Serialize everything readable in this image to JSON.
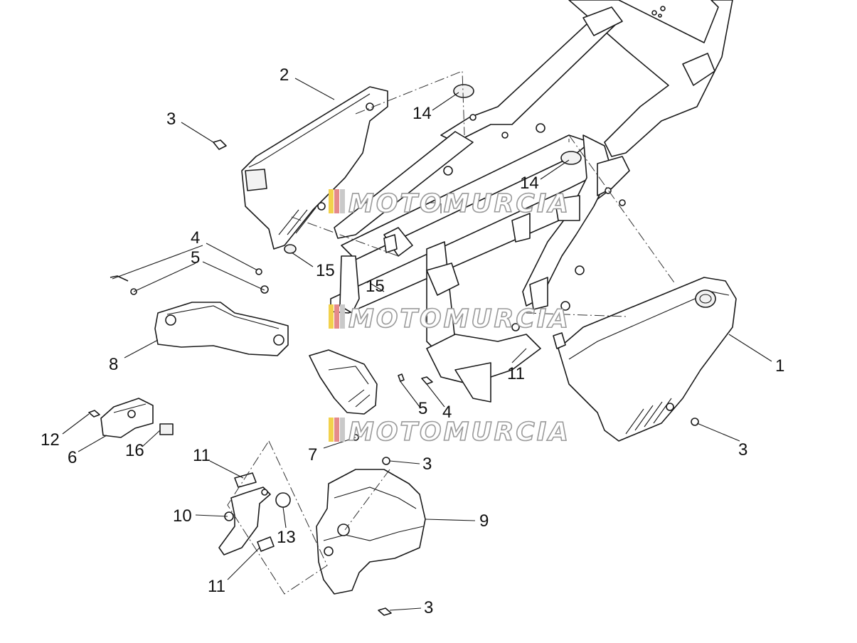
{
  "diagram": {
    "watermark": "MOTOMURCIA",
    "callouts": [
      "1",
      "2",
      "3",
      "3",
      "3",
      "3",
      "4",
      "4",
      "5",
      "5",
      "6",
      "7",
      "8",
      "9",
      "10",
      "11",
      "11",
      "11",
      "12",
      "13",
      "14",
      "14",
      "15",
      "15",
      "16"
    ],
    "parts": [
      "side-cover-right",
      "side-cover-left",
      "screw",
      "rubber-washer",
      "washer",
      "bracket-6",
      "cover-7",
      "cover-8",
      "cover-9",
      "bracket-10",
      "clip-nut",
      "screw-12",
      "grommet-13",
      "grommet-14",
      "spacer-15",
      "pad-16",
      "frame"
    ]
  }
}
